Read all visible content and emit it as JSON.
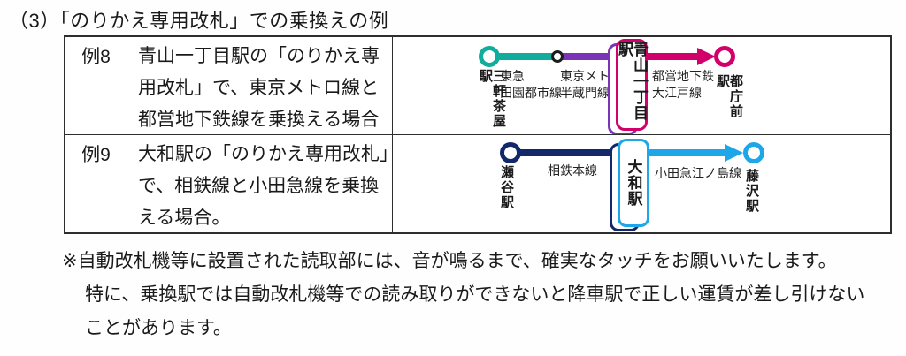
{
  "page": {
    "title": "（3）「のりかえ専用改札」での乗換えの例"
  },
  "colors": {
    "tokyu_denentoshi_teal": "#10AC9C",
    "metro_hanzomon_purple": "#7A35B6",
    "toei_oedo_crimson": "#D2006B",
    "sotetsu_navy": "#13286B",
    "odakyu_sky_blue": "#1EA7E8"
  },
  "examples": [
    {
      "label": "例8",
      "lines": [
        "青山一丁目駅の「のりかえ専",
        "用改札」で、東京メトロ線と",
        "都営地下鉄線を乗換える場合"
      ],
      "diagram": {
        "left_station": "三軒茶屋駅",
        "center_station": "青山一丁目駅",
        "right_station": "都庁前駅",
        "seg1_label_line1": "東急",
        "seg1_label_line2": "田園都市線",
        "seg2_label_line1": "東京メトロ",
        "seg2_label_line2": "半蔵門線",
        "seg3_label_line1": "都営地下鉄",
        "seg3_label_line2": "大江戸線"
      }
    },
    {
      "label": "例9",
      "lines": [
        "大和駅の「のりかえ専用改札」",
        "で、相鉄線と小田急線を乗換",
        "える場合。"
      ],
      "diagram": {
        "left_station": "瀬谷駅",
        "center_station": "大和駅",
        "right_station": "藤沢駅",
        "seg1_label": "相鉄本線",
        "seg2_label": "小田急江ノ島線"
      }
    }
  ],
  "note": {
    "lines": [
      "※自動改札機等に設置された読取部には、音が鳴るまで、確実なタッチをお願いいたします。",
      "特に、乗換駅では自動改札機等での読み取りができないと降車駅で正しい運賃が差し引けない",
      "ことがあります。"
    ]
  }
}
